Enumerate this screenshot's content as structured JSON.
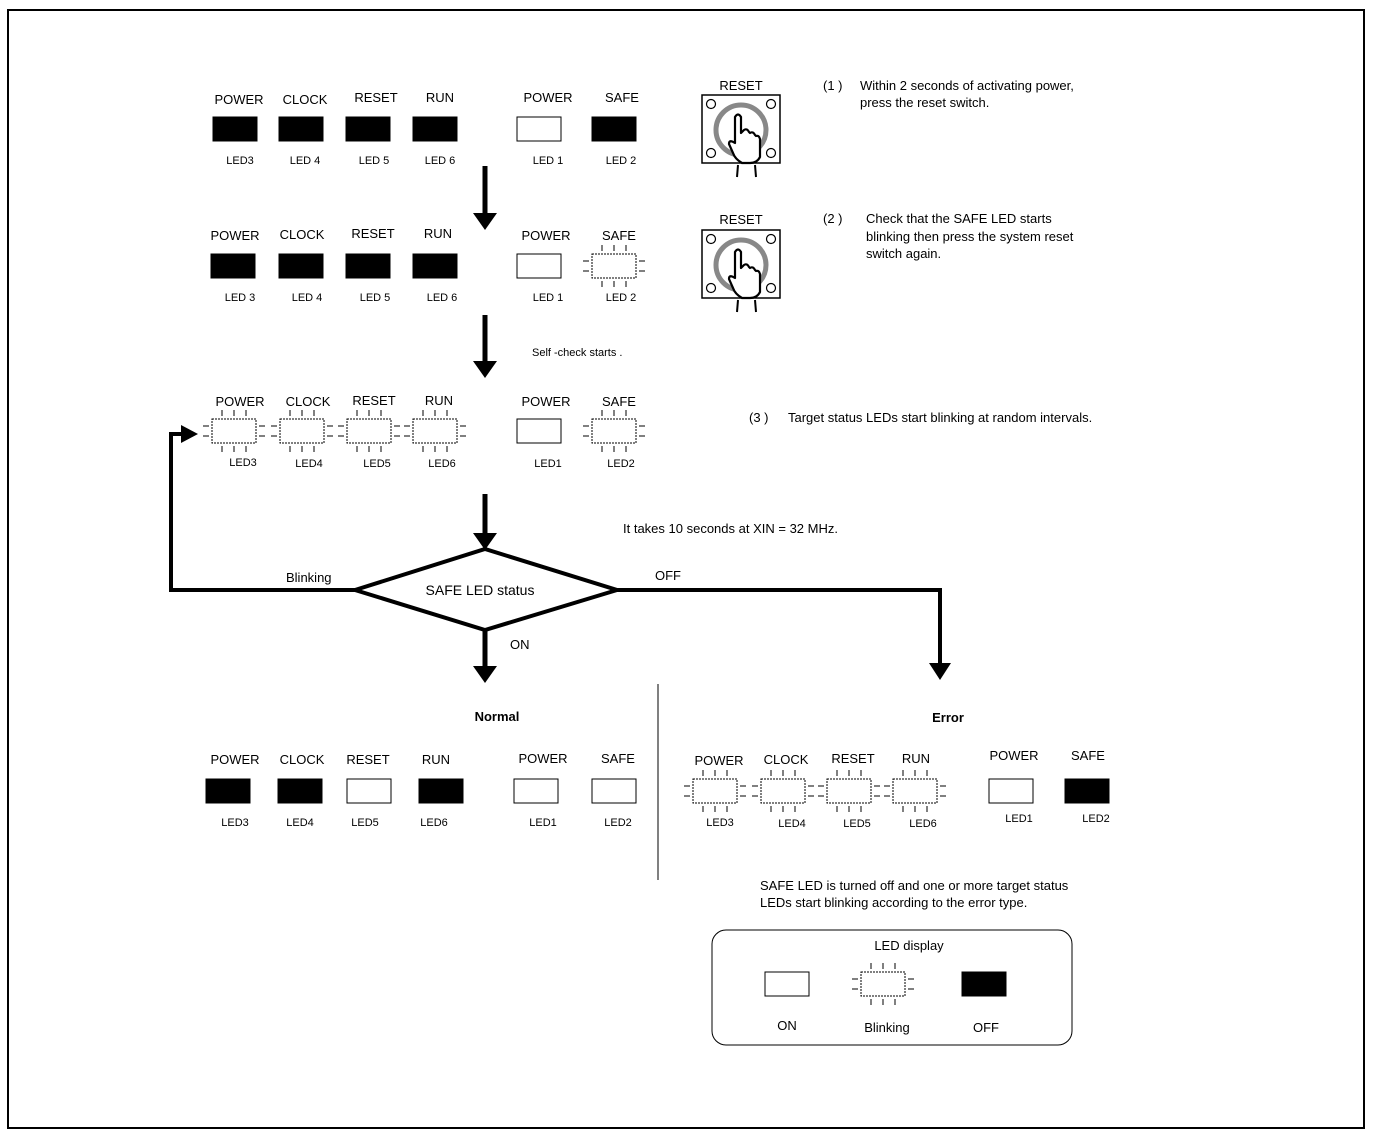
{
  "step1": {
    "leds": [
      {
        "name": "POWER",
        "id": "LED3",
        "state": "off"
      },
      {
        "name": "CLOCK",
        "id": "LED 4",
        "state": "off"
      },
      {
        "name": "RESET",
        "id": "LED 5",
        "state": "off"
      },
      {
        "name": "RUN",
        "id": "LED 6",
        "state": "off"
      },
      {
        "name": "POWER",
        "id": "LED 1",
        "state": "on"
      },
      {
        "name": "SAFE",
        "id": "LED 2",
        "state": "off"
      }
    ],
    "switch_label": "RESET",
    "note_num": "(1 )",
    "note_line1": "Within  2  seconds of activating power,",
    "note_line2": "press the reset switch."
  },
  "step2": {
    "leds": [
      {
        "name": "POWER",
        "id": "LED 3",
        "state": "off"
      },
      {
        "name": "CLOCK",
        "id": "LED 4",
        "state": "off"
      },
      {
        "name": "RESET",
        "id": "LED 5",
        "state": "off"
      },
      {
        "name": "RUN",
        "id": "LED 6",
        "state": "off"
      },
      {
        "name": "POWER",
        "id": "LED 1",
        "state": "on"
      },
      {
        "name": "SAFE",
        "id": "LED 2",
        "state": "blinking"
      }
    ],
    "switch_label": "RESET",
    "note_num": "(2 )",
    "note_line1": "Check that the SAFE LED starts",
    "note_line2": "blinking   then press the system reset",
    "note_line3": "switch again."
  },
  "self_check": "Self -check starts .",
  "step3": {
    "leds": [
      {
        "name": "POWER",
        "id": "LED3",
        "state": "blinking"
      },
      {
        "name": "CLOCK",
        "id": "LED4",
        "state": "blinking"
      },
      {
        "name": "RESET",
        "id": "LED5",
        "state": "blinking"
      },
      {
        "name": "RUN",
        "id": "LED6",
        "state": "blinking"
      },
      {
        "name": "POWER",
        "id": "LED1",
        "state": "on"
      },
      {
        "name": "SAFE",
        "id": "LED2",
        "state": "blinking"
      }
    ],
    "note_num": "(3 )",
    "note_line1": "Target status LEDs start blinking at random intervals."
  },
  "timing_note": "It takes 10   seconds at XIN = 32 MHz.",
  "decision": {
    "label": "SAFE LED status",
    "left": "Blinking",
    "right": "OFF",
    "down": "ON"
  },
  "normal": {
    "title": "Normal",
    "leds": [
      {
        "name": "POWER",
        "id": "LED3",
        "state": "off"
      },
      {
        "name": "CLOCK",
        "id": "LED4",
        "state": "off"
      },
      {
        "name": "RESET",
        "id": "LED5",
        "state": "on"
      },
      {
        "name": "RUN",
        "id": "LED6",
        "state": "off"
      },
      {
        "name": "POWER",
        "id": "LED1",
        "state": "on"
      },
      {
        "name": "SAFE",
        "id": "LED2",
        "state": "on"
      }
    ]
  },
  "error": {
    "title": "Error",
    "leds": [
      {
        "name": "POWER",
        "id": "LED3",
        "state": "blinking"
      },
      {
        "name": "CLOCK",
        "id": "LED4",
        "state": "blinking"
      },
      {
        "name": "RESET",
        "id": "LED5",
        "state": "blinking"
      },
      {
        "name": "RUN",
        "id": "LED6",
        "state": "blinking"
      },
      {
        "name": "POWER",
        "id": "LED1",
        "state": "on"
      },
      {
        "name": "SAFE",
        "id": "LED2",
        "state": "off"
      }
    ],
    "note_line1": "SAFE LED is turned off and one or more target status",
    "note_line2": "LEDs start blinking according to the error type."
  },
  "legend": {
    "title": "LED display",
    "on": "ON",
    "blinking": "Blinking",
    "off": "OFF"
  }
}
